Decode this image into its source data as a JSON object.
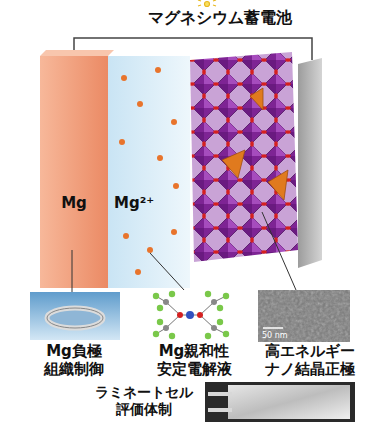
{
  "diagram": {
    "title": "マグネシウム蓄電池",
    "nodes": [
      {
        "text": [
          "Mg"
        ]
      },
      {
        "text": [
          "Mg²⁺"
        ]
      }
    ],
    "labels": [
      "50 nm",
      "Mg負極 組織制御",
      "Mg親和性 安定電解液",
      "高エネルギー ナノ結晶正極",
      "ラミネートセル 評価体制"
    ]
  }
}
